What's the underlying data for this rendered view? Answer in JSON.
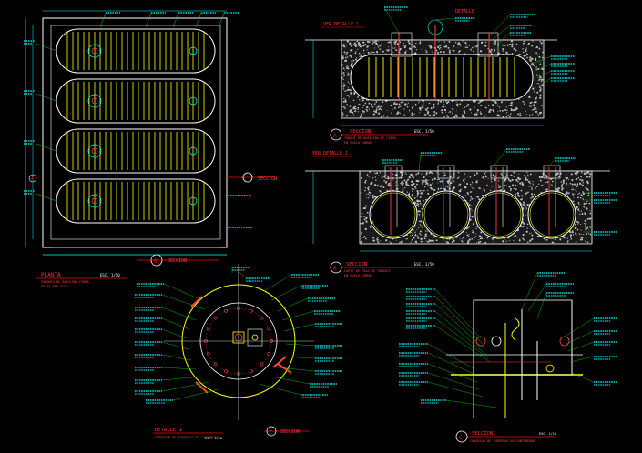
{
  "colors": {
    "background": "#000000",
    "outline": "#ffffff",
    "tank": "#ffff00",
    "dimension": "#00ffff",
    "annotation": "#00ffff",
    "leader": "#00ff00",
    "marker": "#ff0000",
    "pipe": "#ff4040",
    "hatch": "#c8c8c8",
    "title": "#ff3030"
  },
  "plan": {
    "title": "PLANTA",
    "scale": "ESC. 1/50",
    "subtitle": "TANQUES DE GASOLINA FIBRA",
    "subtitle2": "DE 10,000 GLS.",
    "section_mark": "B",
    "section_label": "SECCION",
    "side_marker": "A",
    "side_label": "SECCION"
  },
  "section_a": {
    "detail_label": "VER DETALLE 1",
    "detail_label2": "DETALLE",
    "marker": "A",
    "title": "SECCION",
    "scale": "ESC. 1/50",
    "subtitle": "TANQUE DE GASOLINA DE FIBRA",
    "subtitle2": "EN SUELO COMUN"
  },
  "section_b": {
    "detail_label": "VER DETALLE 1",
    "marker": "B",
    "title": "SECCION",
    "scale": "ESC. 1/50",
    "subtitle": "CORTE DE FOSA DE TANQUES",
    "subtitle2": "EN SUELO COMUN"
  },
  "detail_1": {
    "marker": "1",
    "title": "DETALLE 1",
    "scale": "ESC. 1/10",
    "subtitle": "CONEXION DE TUBERIAS EN CONTENEDOR",
    "marker2": "C",
    "label2": "SECCION"
  },
  "section_c": {
    "marker": "C",
    "title": "SECCION",
    "scale": "ESC. 1/10",
    "subtitle": "CONEXION DE TUBERIAS EN CONTENEDOR"
  }
}
